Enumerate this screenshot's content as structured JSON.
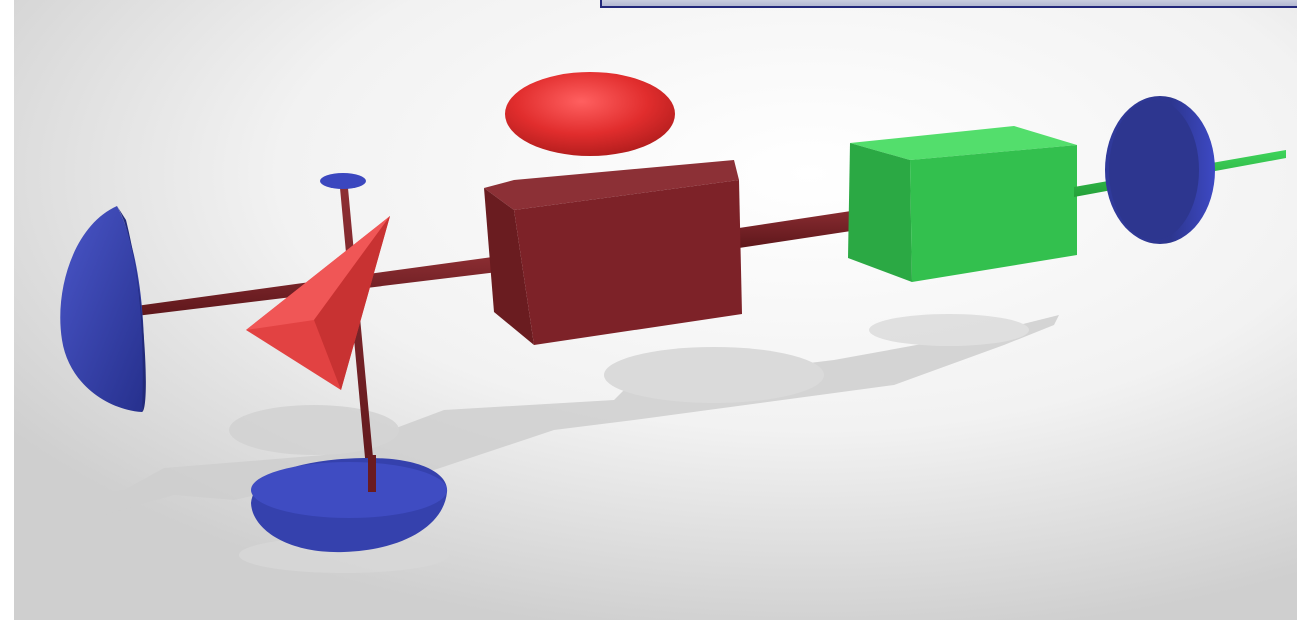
{
  "scene": {
    "objects": [
      "blue-half-sphere-left",
      "dark-red-rod",
      "red-cone",
      "blue-disc-small-top",
      "blue-half-sphere-bottom",
      "dark-red-box",
      "red-ellipsoid",
      "green-box",
      "blue-disc-right",
      "green-rod"
    ]
  },
  "colors": {
    "blue": "#3a45b4",
    "dark_red": "#7a2127",
    "red": "#e23a3a",
    "green": "#2fbf47",
    "floor_light": "#fafafa",
    "floor_dark": "#d4d4d4",
    "top_bar": "#b9bdd6",
    "top_bar_border": "#23287a"
  }
}
